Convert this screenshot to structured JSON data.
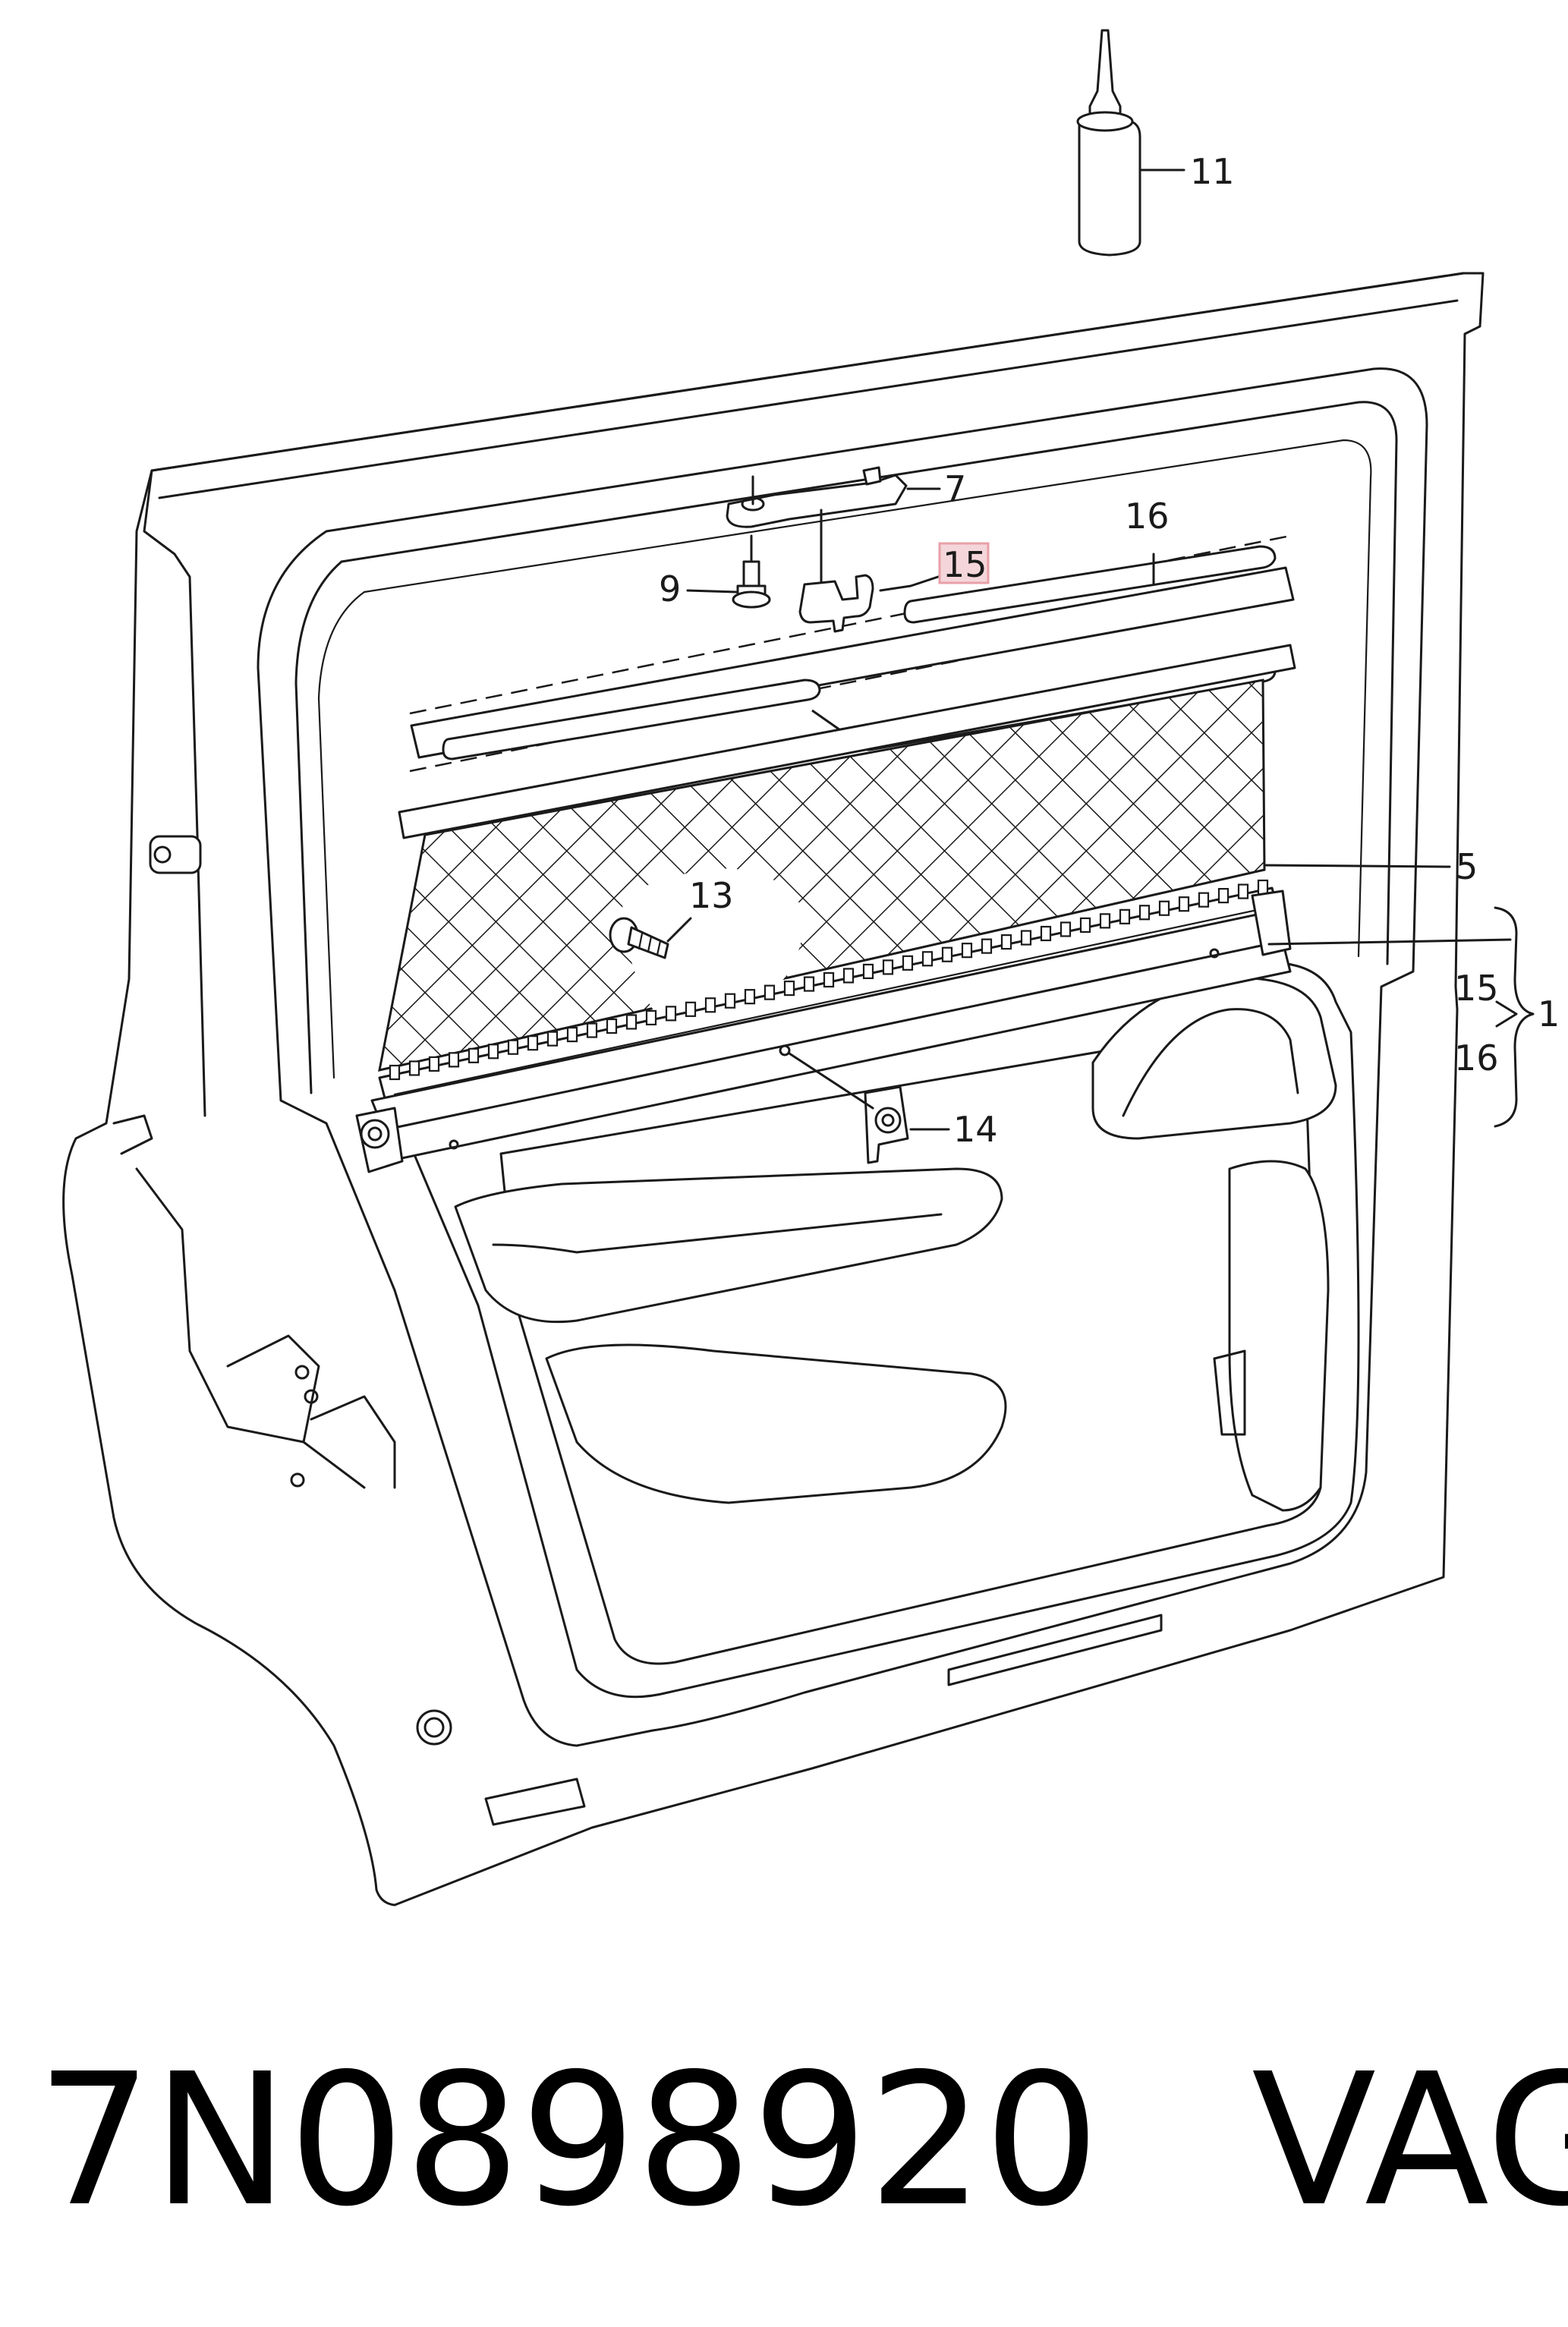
{
  "callouts": {
    "c11": "11",
    "c7": "7",
    "c16a": "16",
    "c9": "9",
    "c15a": "15",
    "c5": "5",
    "c13": "13",
    "c15b": "15",
    "c16b": "16",
    "c1": "1",
    "c14": "14"
  },
  "highlight_color": "#e8a0a8",
  "footer": {
    "part_number": "7N0898920",
    "brand": "VAG"
  }
}
